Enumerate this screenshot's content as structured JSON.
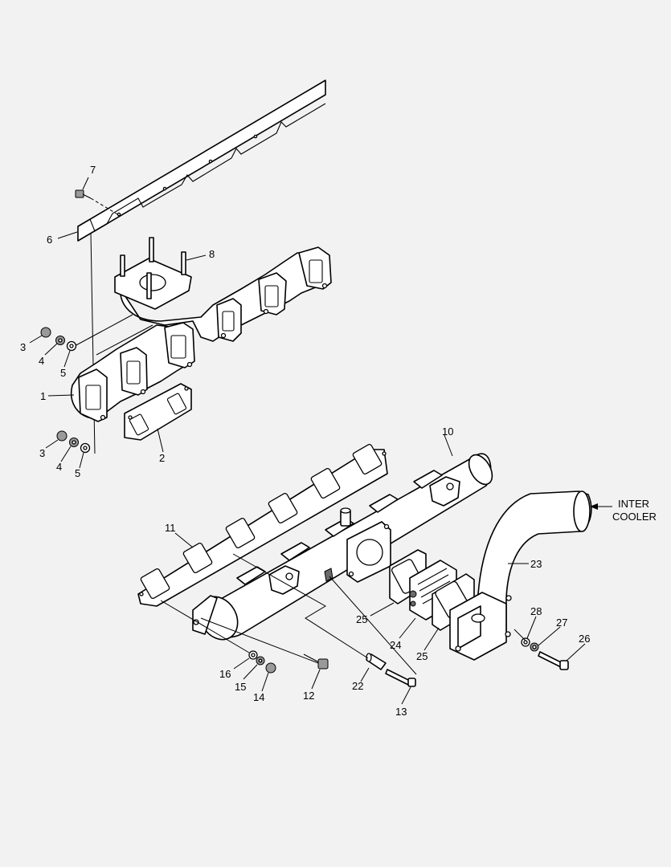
{
  "callouts": [
    {
      "id": "c7",
      "text": "7"
    },
    {
      "id": "c6",
      "text": "6"
    },
    {
      "id": "c8",
      "text": "8"
    },
    {
      "id": "c3a",
      "text": "3"
    },
    {
      "id": "c4a",
      "text": "4"
    },
    {
      "id": "c5a",
      "text": "5"
    },
    {
      "id": "c1",
      "text": "1"
    },
    {
      "id": "c2",
      "text": "2"
    },
    {
      "id": "c3b",
      "text": "3"
    },
    {
      "id": "c4b",
      "text": "4"
    },
    {
      "id": "c5b",
      "text": "5"
    },
    {
      "id": "c10",
      "text": "10"
    },
    {
      "id": "c11",
      "text": "11"
    },
    {
      "id": "c23",
      "text": "23"
    },
    {
      "id": "c25a",
      "text": "25"
    },
    {
      "id": "c24",
      "text": "24"
    },
    {
      "id": "c25b",
      "text": "25"
    },
    {
      "id": "c28",
      "text": "28"
    },
    {
      "id": "c27",
      "text": "27"
    },
    {
      "id": "c26",
      "text": "26"
    },
    {
      "id": "c16",
      "text": "16"
    },
    {
      "id": "c15",
      "text": "15"
    },
    {
      "id": "c14",
      "text": "14"
    },
    {
      "id": "c12",
      "text": "12"
    },
    {
      "id": "c22",
      "text": "22"
    },
    {
      "id": "c13",
      "text": "13"
    }
  ],
  "intercooler_label": {
    "line1": "INTER",
    "line2": "COOLER"
  }
}
